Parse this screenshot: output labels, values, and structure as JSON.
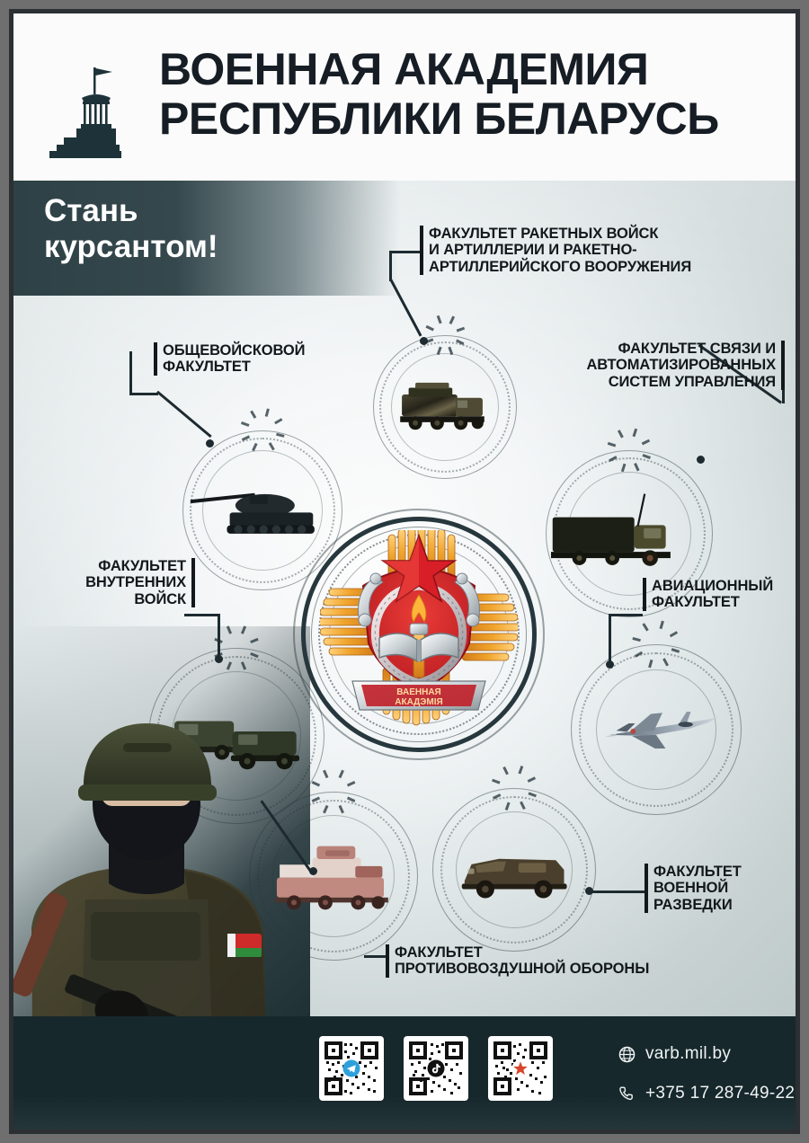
{
  "poster": {
    "header": {
      "title_line1": "ВОЕННАЯ АКАДЕМИЯ",
      "title_line2": "РЕСПУБЛИКИ БЕЛАРУСЬ",
      "logo_icon": "academy-rotunda-with-flag-icon"
    },
    "slogan": "Стань\nкурсантом!",
    "emblem": {
      "name": "military-academy-emblem",
      "ribbon_line1": "ВАЕННАЯ",
      "ribbon_line2": "АКАДЭМІЯ",
      "colors": {
        "gold": "#f0a22c",
        "red": "#d8212a",
        "silver": "#d9dde0",
        "dark": "#1d2b31"
      }
    },
    "faculties": [
      {
        "id": "rocket-artillery",
        "label": "ФАКУЛЬТЕТ РАКЕТНЫХ ВОЙСК\nИ АРТИЛЛЕРИИ И РАКЕТНО-\nАРТИЛЛЕРИЙСКОГО ВООРУЖЕНИЯ",
        "photo": "missile-launcher-vehicle-photo"
      },
      {
        "id": "combined-arms",
        "label": "ОБЩЕВОЙСКОВОЙ\nФАКУЛЬТЕТ",
        "photo": "main-battle-tank-photo"
      },
      {
        "id": "communications",
        "label": "ФАКУЛЬТЕТ СВЯЗИ И\nАВТОМАТИЗИРОВАННЫХ\nСИСТЕМ УПРАВЛЕНИЯ",
        "photo": "command-signal-truck-photo"
      },
      {
        "id": "internal-troops",
        "label": "ФАКУЛЬТЕТ\nВНУТРЕННИХ\nВОЙСК",
        "photo": "armored-patrol-vehicles-photo"
      },
      {
        "id": "aviation",
        "label": "АВИАЦИОННЫЙ\nФАКУЛЬТЕТ",
        "photo": "fighter-jet-photo"
      },
      {
        "id": "air-defense",
        "label": "ФАКУЛЬТЕТ\nПРОТИВОВОЗДУШНОЙ ОБОРОНЫ",
        "photo": "sam-launcher-vehicle-photo"
      },
      {
        "id": "military-intelligence",
        "label": "ФАКУЛЬТЕТ\nВОЕННОЙ\nРАЗВЕДКИ",
        "photo": "armored-scout-car-photo"
      }
    ],
    "soldier_photo": "armed-soldier-photo",
    "footer": {
      "qr_codes": [
        {
          "id": "telegram",
          "logo": "telegram-icon",
          "color": "#2ea0dc"
        },
        {
          "id": "tiktok",
          "logo": "tiktok-note-icon",
          "color": "#121212"
        },
        {
          "id": "social-star",
          "logo": "red-star-icon",
          "color": "#d8452a"
        }
      ],
      "website": "varb.mil.by",
      "website_icon": "globe-icon",
      "phone": "+375 17 287-49-22",
      "phone_icon": "phone-icon"
    }
  }
}
